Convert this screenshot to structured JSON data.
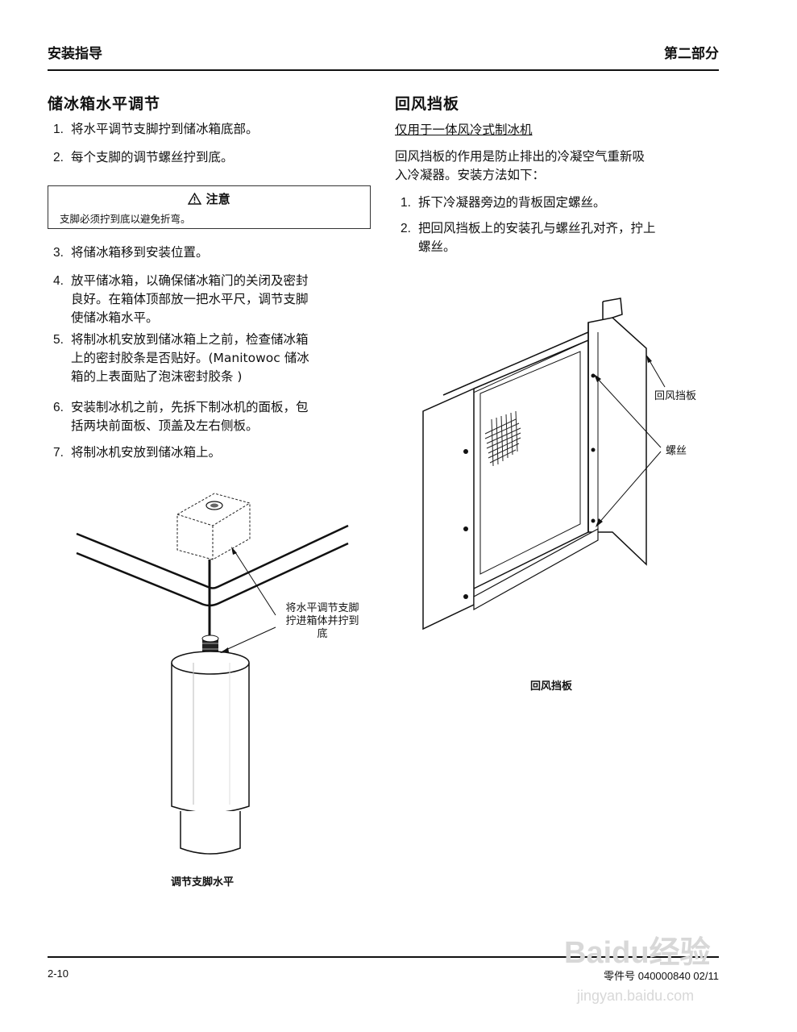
{
  "header": {
    "left": "安装指导",
    "right": "第二部分"
  },
  "left": {
    "title": "储冰箱水平调节",
    "steps_a": [
      {
        "num": "1.",
        "text": "将水平调节支脚拧到储冰箱底部。"
      },
      {
        "num": "2.",
        "text": "每个支脚的调节螺丝拧到底。"
      }
    ],
    "caution": {
      "title": "注意",
      "body": "支脚必须拧到底以避免折弯。"
    },
    "steps_b": [
      {
        "num": "3.",
        "text": "将储冰箱移到安装位置。"
      },
      {
        "num": "4.",
        "line1": "放平储冰箱，以确保储冰箱门的关闭及密封",
        "line2": "良好。在箱体顶部放一把水平尺，调节支脚",
        "line3": "使储冰箱水平。"
      },
      {
        "num": "5.",
        "line1": "将制冰机安放到储冰箱上之前，检查储冰箱",
        "line2": "上的密封胶条是否贴好。(Manitowoc 储冰",
        "line3": "箱的上表面贴了泡沫密封胶条 )"
      },
      {
        "num": "6.",
        "line1": "安装制冰机之前，先拆下制冰机的面板，包",
        "line2": "括两块前面板、顶盖及左右侧板。"
      },
      {
        "num": "7.",
        "text": "将制冰机安放到储冰箱上。"
      }
    ],
    "figure": {
      "callout": [
        "将水平调节支脚",
        "拧进箱体并拧到",
        "底"
      ],
      "caption": "调节支脚水平"
    }
  },
  "right": {
    "title": "回风挡板",
    "subtitle": "仅用于一体风冷式制冰机",
    "intro": [
      "回风挡板的作用是防止排出的冷凝空气重新吸",
      "入冷凝器。安装方法如下："
    ],
    "steps": [
      {
        "num": "1.",
        "text": "拆下冷凝器旁边的背板固定螺丝。"
      },
      {
        "num": "2.",
        "line1": "把回风挡板上的安装孔与螺丝孔对齐，拧上",
        "line2": "螺丝。"
      }
    ],
    "figure": {
      "label_baffle": "回风挡板",
      "label_screw": "螺丝",
      "caption": "回风挡板"
    }
  },
  "footer": {
    "page": "2-10",
    "part_no": "零件号 040000840 02/11"
  },
  "watermark": {
    "brand": "Baidu经验",
    "url": "jingyan.baidu.com"
  }
}
